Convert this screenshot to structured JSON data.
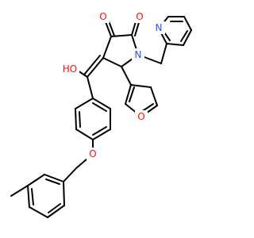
{
  "molecule": {
    "atom_labels": [
      {
        "id": "o-ketone-c3",
        "text": "O",
        "color": "#ff0d0d"
      },
      {
        "id": "o-ketone-c2",
        "text": "O",
        "color": "#ff0d0d"
      },
      {
        "id": "n-lactam",
        "text": "N",
        "color": "#3050f8"
      },
      {
        "id": "n-pyridine",
        "text": "N",
        "color": "#3050f8"
      },
      {
        "id": "o-hydroxyl",
        "text": "HO",
        "color": "#ff0d0d"
      },
      {
        "id": "o-furan",
        "text": "O",
        "color": "#ff0d0d"
      },
      {
        "id": "o-ether",
        "text": "O",
        "color": "#ff0d0d"
      }
    ]
  }
}
